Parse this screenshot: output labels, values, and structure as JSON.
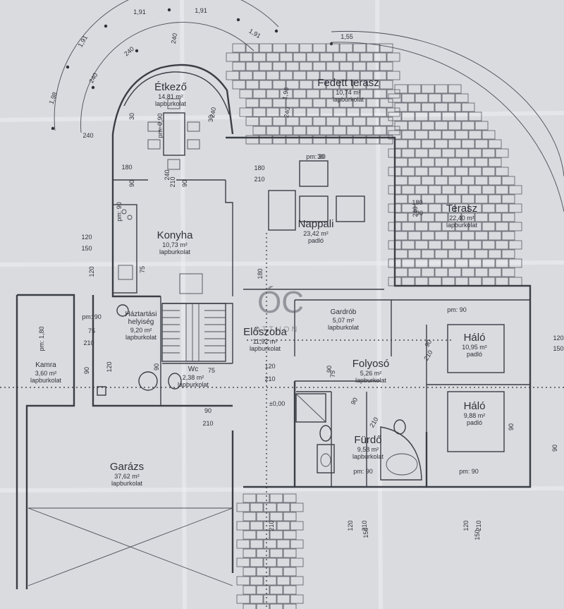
{
  "rooms": [
    {
      "key": "etkezo",
      "name": "Étkező",
      "area": "14,81 m²",
      "floor": "lapburkolat"
    },
    {
      "key": "fedett_terasz",
      "name": "Fedett terasz",
      "area": "10,74 m²",
      "floor": "lapburkolat"
    },
    {
      "key": "konyha",
      "name": "Konyha",
      "area": "10,73 m²",
      "floor": "lapburkolat"
    },
    {
      "key": "nappali",
      "name": "Nappali",
      "area": "23,42 m²",
      "floor": "padló"
    },
    {
      "key": "terasz",
      "name": "Terasz",
      "area": "22,40 m²",
      "floor": "lapburkolat"
    },
    {
      "key": "haztartasi",
      "name": "Háztartási helyiség",
      "area": "9,20 m²",
      "floor": "lapburkolat"
    },
    {
      "key": "gardrob",
      "name": "Gardrób",
      "area": "5,07 m²",
      "floor": "lapburkolat"
    },
    {
      "key": "eloszoba",
      "name": "Előszoba",
      "area": "11,92 m²",
      "floor": "lapburkolat"
    },
    {
      "key": "folyoso",
      "name": "Folyosó",
      "area": "5,26 m²",
      "floor": "lapburkolat"
    },
    {
      "key": "halo1",
      "name": "Háló",
      "area": "10,95 m²",
      "floor": "padló"
    },
    {
      "key": "halo2",
      "name": "Háló",
      "area": "9,88 m²",
      "floor": "padló"
    },
    {
      "key": "kamra",
      "name": "Kamra",
      "area": "3,60 m²",
      "floor": "lapburkolat"
    },
    {
      "key": "wc",
      "name": "Wc",
      "area": "2,38 m²",
      "floor": "lapburkolat"
    },
    {
      "key": "furdo",
      "name": "Fürdő",
      "area": "9,58 m²",
      "floor": "lapburkolat"
    },
    {
      "key": "garazs",
      "name": "Garázs",
      "area": "37,62 m²",
      "floor": "lapburkolat"
    }
  ],
  "dimensions": [
    "1,91",
    "1,91",
    "1,91",
    "1,91",
    "1,98",
    "1,55",
    "1,96",
    "240",
    "240",
    "240",
    "240",
    "240",
    "240",
    "240",
    "240",
    "180",
    "180",
    "180",
    "180",
    "210",
    "210",
    "210",
    "210",
    "210",
    "210",
    "210",
    "210",
    "210",
    "210",
    "120",
    "120",
    "120",
    "120",
    "120",
    "120",
    "120",
    "150",
    "150",
    "150",
    "150",
    "90",
    "90",
    "90",
    "90",
    "90",
    "90",
    "90",
    "90",
    "90",
    "90",
    "75",
    "75",
    "75",
    "75",
    "30",
    "30",
    "30",
    "30",
    "pm: 90",
    "pm: 90",
    "pm: 90",
    "pm: 90",
    "pm: 90",
    "pm: 30",
    "pm: 1,80",
    "pm: 0,90",
    "±0,00"
  ],
  "watermark": {
    "logo": "ÓC",
    "text": "OTTHON"
  },
  "colors": {
    "paper": "#d9dbdf",
    "ink": "#3b3e45"
  }
}
